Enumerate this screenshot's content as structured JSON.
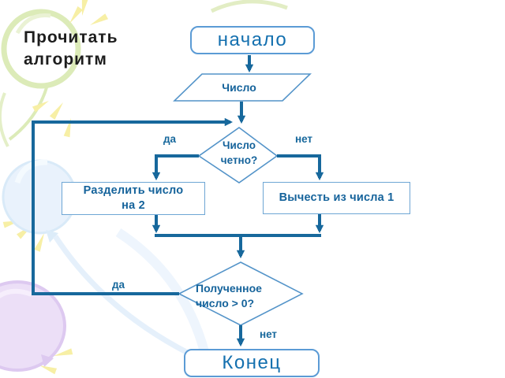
{
  "page": {
    "title": "Прочитать алгоритм"
  },
  "flowchart": {
    "nodes": {
      "start": "начало",
      "input": "Число",
      "decision_even": "Число\nчетно?",
      "process_divide": "Разделить число\nна 2",
      "process_subtract": "Вычесть из числа 1",
      "decision_positive": "Полученное\nчисло > 0?",
      "end": "Конец"
    },
    "edges": {
      "d1_yes": "да",
      "d1_no": "нет",
      "d2_yes": "да",
      "d2_no": "нет"
    },
    "colors": {
      "arrow": "#17689c",
      "shape_border": "#5b9bd5",
      "node_text": "#15639b",
      "terminator_text": "#1470af",
      "title_text": "#1d1d1d",
      "decor_green": "#dcebb8",
      "decor_yellow": "#f7efa5",
      "decor_blue": "#e9f2fc",
      "decor_purple": "#ecdff7"
    }
  }
}
